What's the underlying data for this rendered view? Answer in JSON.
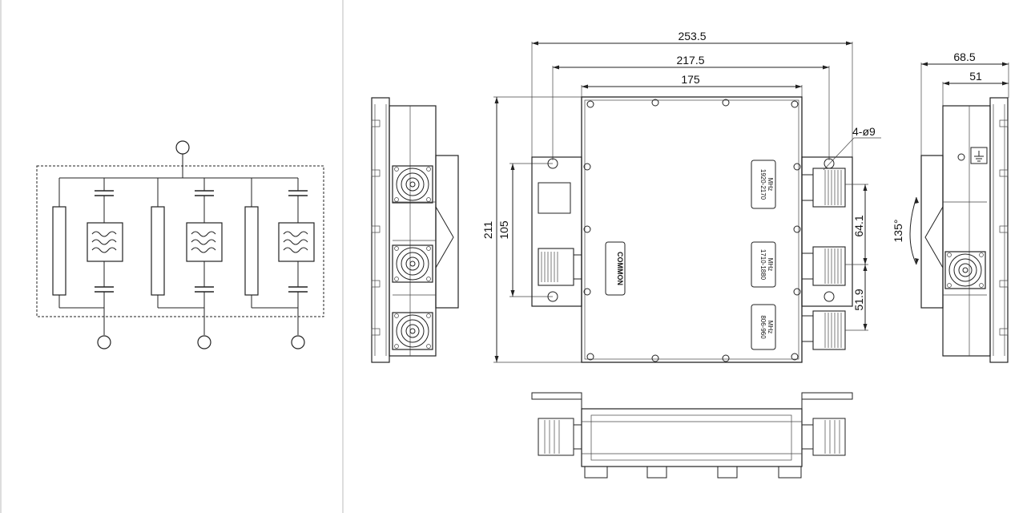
{
  "dimensions": {
    "overall_width": "253.5",
    "mount_pitch": "217.5",
    "body_width": "175",
    "height_overall": "211",
    "mount_height": "105",
    "hole_note": "4-ø9",
    "port_pitch_1": "64.1",
    "port_pitch_2": "51.9",
    "connector_angle": "135°",
    "depth_overall": "68.5",
    "depth_body": "51"
  },
  "labels": {
    "common": "COMMON",
    "band_high_freq": "1920-2170",
    "band_mid_freq": "1710-1880",
    "band_low_freq": "806-960",
    "unit": "MHz"
  }
}
